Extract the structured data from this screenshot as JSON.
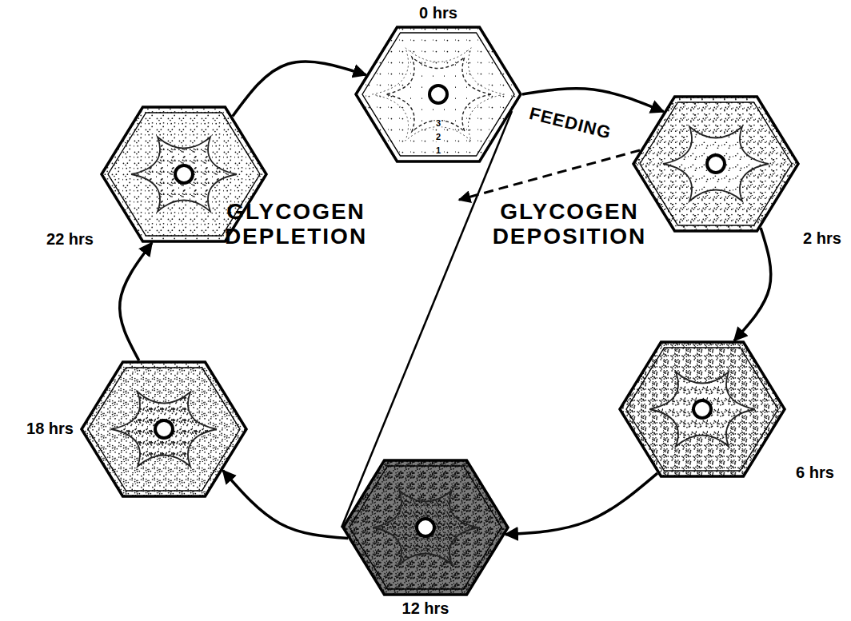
{
  "diagram": {
    "nodes": [
      {
        "text": [
          "0 hrs"
        ]
      },
      {
        "text": [
          "2 hrs"
        ]
      },
      {
        "text": [
          "6 hrs"
        ]
      },
      {
        "text": [
          "12 hrs"
        ]
      },
      {
        "text": [
          "18 hrs"
        ]
      },
      {
        "text": [
          "22 hrs"
        ]
      }
    ],
    "edges": [
      {
        "from": 0,
        "to": 1,
        "arrow": "to"
      },
      {
        "from": 1,
        "to": 2,
        "arrow": "to"
      },
      {
        "from": 2,
        "to": 3,
        "arrow": "to"
      },
      {
        "from": 3,
        "to": 4,
        "arrow": "to"
      },
      {
        "from": 4,
        "to": 5,
        "arrow": "to"
      },
      {
        "from": 5,
        "to": 0,
        "arrow": "to"
      }
    ],
    "labels": [
      "FEEDING",
      "GLYCOGEN DEPLETION",
      "GLYCOGEN DEPOSITION",
      "3",
      "2",
      "1"
    ]
  }
}
